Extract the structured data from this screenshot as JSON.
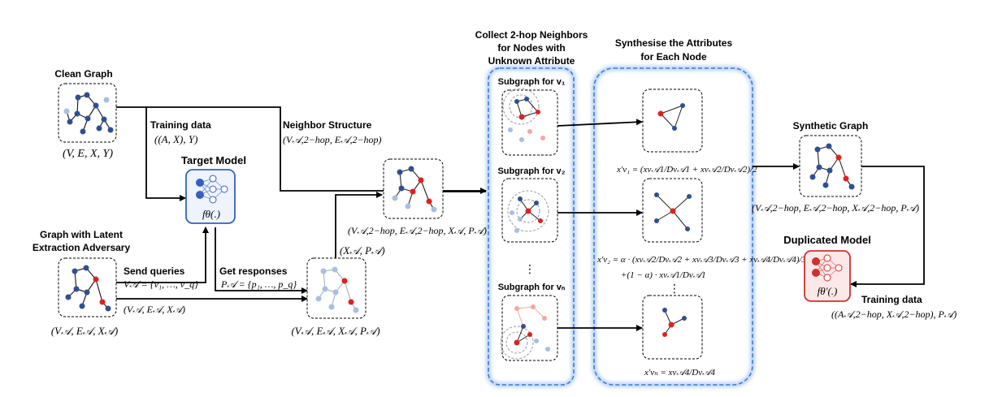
{
  "labels": {
    "clean_graph": "Clean Graph",
    "clean_graph_tuple": "(V, E, X, Y)",
    "training_data": "Training data",
    "training_tuple": "((A, X), Y)",
    "target_model": "Target Model",
    "target_fn": "fθ(.)",
    "latent_graph_line1": "Graph with Latent",
    "latent_graph_line2": "Extraction Adversary",
    "latent_tuple": "(V𝒜, E𝒜, X𝒜)",
    "latent_tuple_arrow": "(V𝒜, E𝒜, X𝒜)",
    "send_queries": "Send queries",
    "queries_set": "V𝒜 = {v₁, …, v_q}",
    "get_responses": "Get responses",
    "responses_set": "P𝒜 = {p₁, …, p_q}",
    "responded_tuple": "(V𝒜, E𝒜, X𝒜, P𝒜)",
    "xp_tuple": "(X𝒜, P𝒜)",
    "neighbor_structure": "Neighbor Structure",
    "neighbor_tuple": "(V𝒜,2−hop, E𝒜,2−hop)",
    "combined_tuple": "(V𝒜,2−hop, E𝒜,2−hop, X𝒜, P𝒜)",
    "collect_line1": "Collect 2-hop Neighbors",
    "collect_line2": "for Nodes with",
    "collect_line3": "Unknown Attribute",
    "subgraph_v1": "Subgraph for v₁",
    "subgraph_v2": "Subgraph for v₂",
    "subgraph_vn": "Subgraph for vₙ",
    "ellipsis": "⋮",
    "synth_line1": "Synthesise the Attributes",
    "synth_line2": "for Each Node",
    "formula_v1": "x′v₁ = (xv𝒜1/Dv𝒜1 + xv𝒜2/Dv𝒜2)/2",
    "formula_v2_line1": "x′v₂ = α · (xv𝒜2/Dv𝒜2 + xv𝒜3/Dv𝒜3 + xv𝒜4/Dv𝒜4)/3",
    "formula_v2_line2": "+(1 − α) · xv𝒜1/Dv𝒜1",
    "formula_vn": "x′vₙ = xv𝒜4/Dv𝒜4",
    "synthetic_graph": "Synthetic Graph",
    "synthetic_tuple": "(V𝒜,2−hop, E𝒜,2−hop, X𝒜,2−hop, P𝒜)",
    "duplicated_model": "Duplicated Model",
    "dup_fn": "fθ′(.)",
    "training_data_right": "Training data",
    "training_tuple_right": "((A𝒜,2−hop, X𝒜,2−hop), P𝒜)"
  },
  "colors": {
    "node_dark": "#2f4f8f",
    "node_light": "#a8bfe0",
    "node_red": "#e02020",
    "node_pink": "#f2a7a7",
    "panel_border": "#3b7be0",
    "panel_glow": "#b9d2f5",
    "target_border": "#3560c0",
    "dup_border": "#d03030",
    "dup_fill": "#fde8e8"
  }
}
